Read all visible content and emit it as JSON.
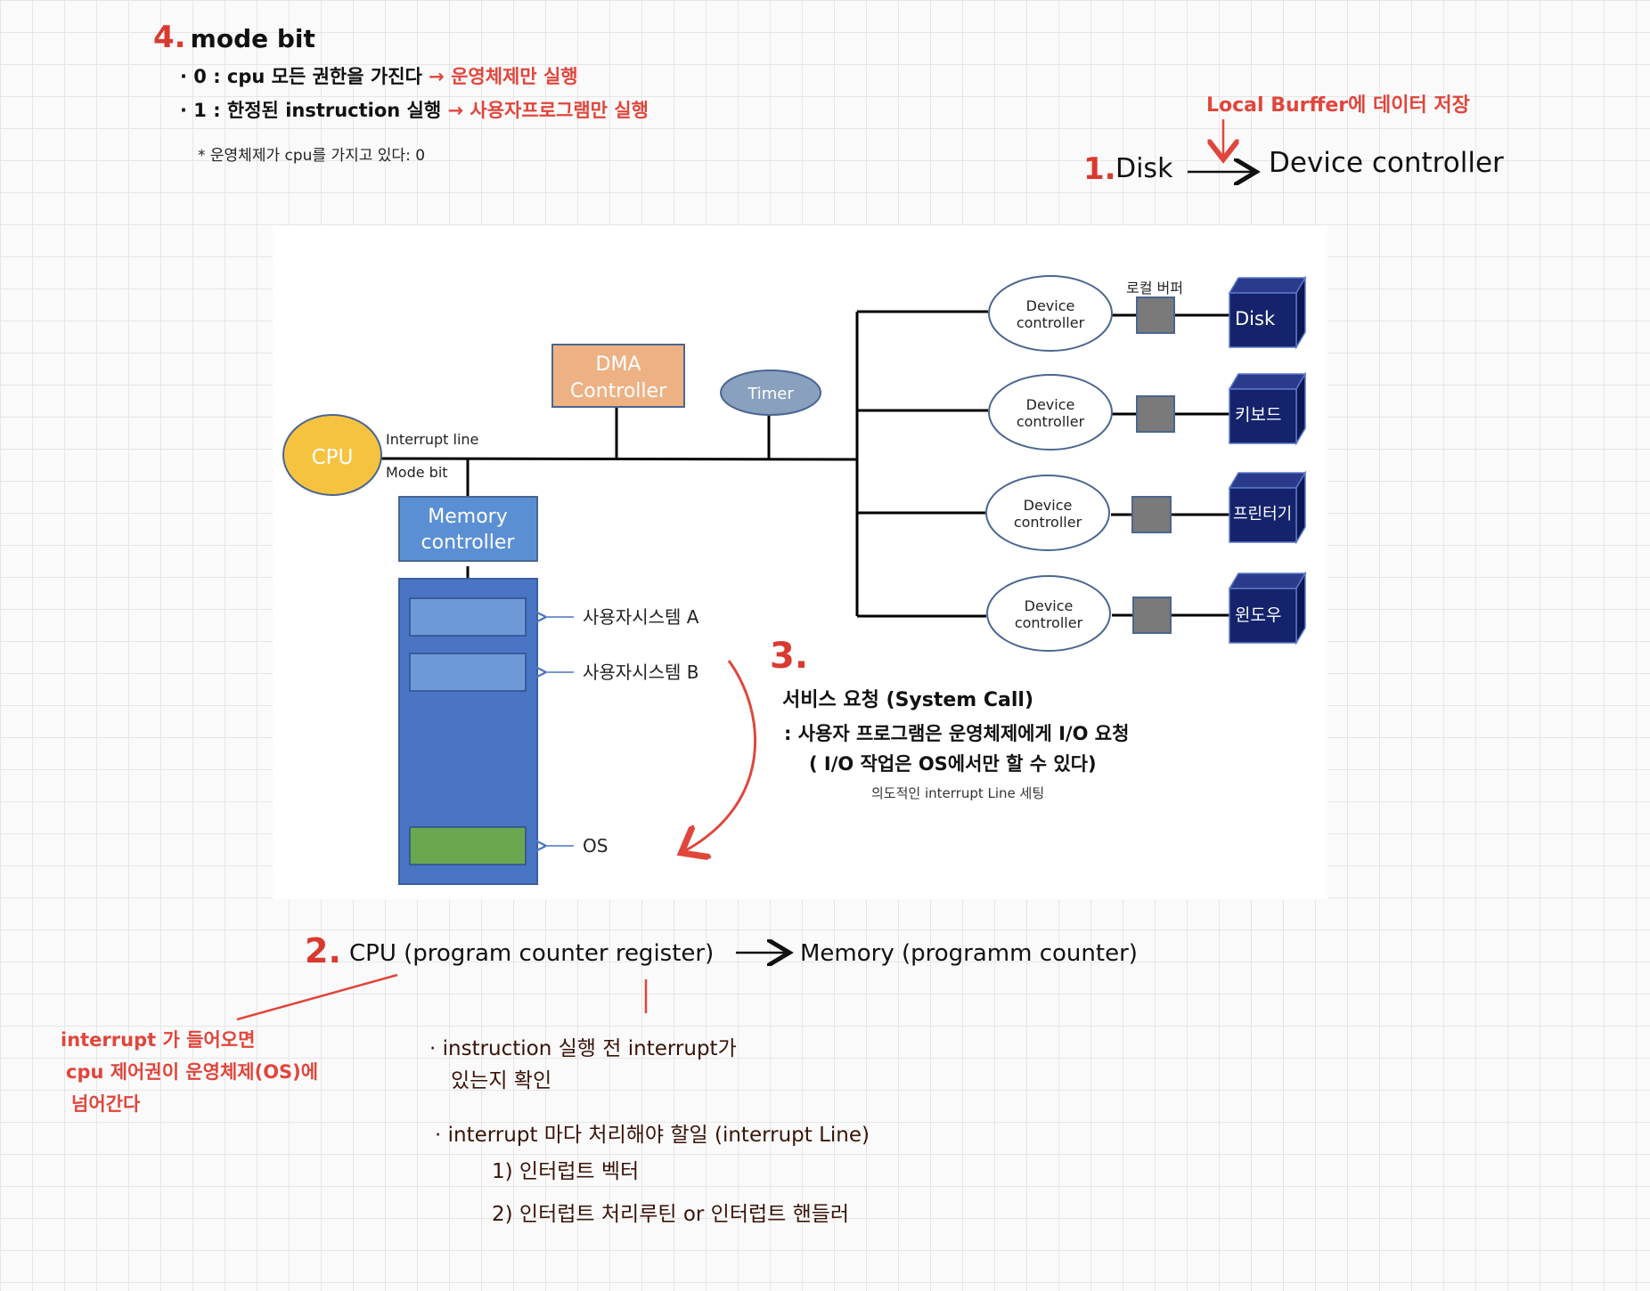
{
  "notes": {
    "mode_bit": {
      "number": "4.",
      "title": "mode bit",
      "line0_prefix": "· 0 : cpu 모든 권한을 가진다",
      "line0_suffix": "→ 운영체제만 실행",
      "line1_prefix": "· 1 : 한정된 instruction 실행",
      "line1_suffix": "→ 사용자프로그램만 실행",
      "footnote": "* 운영체제가 cpu를 가지고 있다: 0"
    },
    "disk": {
      "local_buffer": "Local Burffer에 데이터 저장",
      "number": "1.",
      "from": "Disk",
      "to": "Device controller"
    },
    "system_call": {
      "number": "3.",
      "title": "서비스 요청 (System Call)",
      "line1": ": 사용자 프로그램은 운영체제에게 I/O 요청",
      "line2": "( I/O 작업은 OS에서만 할 수 있다)",
      "small": "의도적인 interrupt Line 세팅"
    },
    "pc": {
      "number": "2.",
      "left": "CPU (program counter register)",
      "right": "Memory (programm counter)",
      "interrupt_line1": "interrupt 가 들어오면",
      "interrupt_line2": "cpu 제어권이 운영체제(OS)에",
      "interrupt_line3": "넘어간다",
      "check_line1": "· instruction 실행 전 interrupt가",
      "check_line2": "있는지 확인",
      "todo": "· interrupt 마다 처리해야 할일 (interrupt Line)",
      "todo1": "1) 인터럽트 벡터",
      "todo2": "2) 인터럽트 처리루틴 or 인터럽트 핸들러"
    }
  },
  "diagram": {
    "cpu": "CPU",
    "interrupt_line": "Interrupt line",
    "mode_bit": "Mode bit",
    "dma_line1": "DMA",
    "dma_line2": "Controller",
    "timer": "Timer",
    "memory_line1": "Memory",
    "memory_line2": "controller",
    "mem_labels": [
      "사용자시스템 A",
      "사용자시스템 B",
      "OS"
    ],
    "local_buffer": "로컬 버퍼",
    "device_controller_line1": "Device",
    "device_controller_line2": "controller",
    "devices": [
      "Disk",
      "키보드",
      "프린터기",
      "윈도우"
    ]
  },
  "colors": {
    "cpu": "#f6c340",
    "dma": "#edb184",
    "timer": "#8aa0bf",
    "memory_controller": "#5b8fd4",
    "memory_block": "#4a74c4",
    "memory_region": "#6d9ad6",
    "os_region": "#6aa84f",
    "buffer": "#7a7a7a",
    "device": "#14236b",
    "annotation_red": "#e0463c"
  }
}
